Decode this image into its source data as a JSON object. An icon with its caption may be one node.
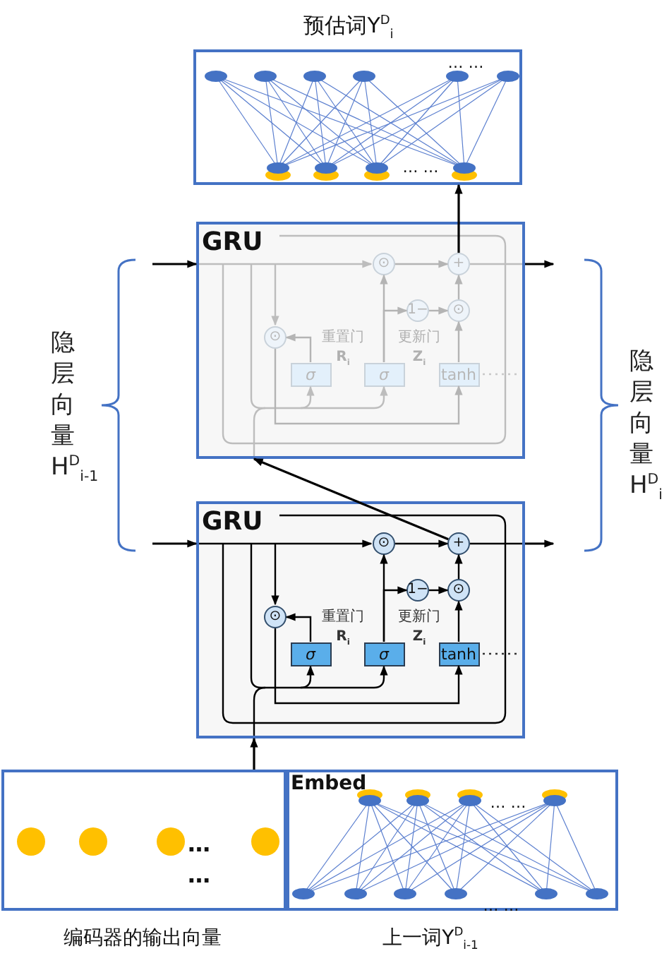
{
  "diagram": {
    "nodes": [
      {
        "text": [
          "预估词Y$^{D}$$_{i}$"
        ]
      },
      {
        "text": [
          "GRU"
        ]
      },
      {
        "text": [
          "⊙"
        ],
        "in": 1
      },
      {
        "text": [
          "+"
        ],
        "in": 1
      },
      {
        "text": [
          "1−"
        ],
        "in": 1
      },
      {
        "text": [
          "⊙"
        ],
        "in": 1
      },
      {
        "text": [
          "⊙"
        ],
        "in": 1
      },
      {
        "text": [
          "σ"
        ],
        "in": 1,
        "beside": [
          "重置门",
          "R$_{i}$"
        ]
      },
      {
        "text": [
          "σ"
        ],
        "in": 1,
        "beside": [
          "更新门",
          "Z$_{i}$"
        ]
      },
      {
        "text": [
          "tanh"
        ],
        "in": 1
      },
      {
        "text": [
          "GRU"
        ]
      },
      {
        "text": [
          "⊙"
        ],
        "in": 10
      },
      {
        "text": [
          "+"
        ],
        "in": 10
      },
      {
        "text": [
          "1−"
        ],
        "in": 10
      },
      {
        "text": [
          "⊙"
        ],
        "in": 10
      },
      {
        "text": [
          "⊙"
        ],
        "in": 10
      },
      {
        "text": [
          "σ"
        ],
        "in": 10,
        "beside": [
          "重置门",
          "R$_{i}$"
        ]
      },
      {
        "text": [
          "σ"
        ],
        "in": 10,
        "beside": [
          "更新门",
          "Z$_{i}$"
        ]
      },
      {
        "text": [
          "tanh"
        ],
        "in": 10
      },
      {
        "text": [
          "编码器的输出向量"
        ]
      },
      {
        "text": [
          "Embed",
          "上一词Y$^{D}$$_{i-1}$"
        ]
      }
    ],
    "edges": [
      {
        "from": null,
        "to": 1,
        "arrow": "to"
      },
      {
        "from": 1,
        "to": null,
        "arrow": "to"
      },
      {
        "from": null,
        "to": 10,
        "arrow": "to"
      },
      {
        "from": 10,
        "to": null,
        "arrow": "to"
      },
      {
        "from": 12,
        "to": 1,
        "arrow": "to"
      },
      {
        "from": 3,
        "to": 0,
        "arrow": "to"
      },
      {
        "from": 19,
        "to": 10,
        "arrow": "to"
      },
      {
        "from": 2,
        "to": 3,
        "arrow": "to",
        "color": "#b4b4b4"
      },
      {
        "from": 5,
        "to": 3,
        "arrow": "to",
        "color": "#b4b4b4"
      },
      {
        "from": 4,
        "to": 5,
        "arrow": "to",
        "color": "#b4b4b4"
      },
      {
        "from": 8,
        "to": 2,
        "arrow": "to",
        "color": "#b4b4b4"
      },
      {
        "from": 8,
        "to": 4,
        "arrow": "to",
        "color": "#b4b4b4"
      },
      {
        "from": 9,
        "to": 5,
        "arrow": "to",
        "color": "#b4b4b4"
      },
      {
        "from": 7,
        "to": 6,
        "arrow": "to",
        "color": "#b4b4b4"
      },
      {
        "from": 6,
        "to": 9,
        "arrow": "to",
        "color": "#b4b4b4"
      },
      {
        "from": 11,
        "to": 12,
        "arrow": "to"
      },
      {
        "from": 14,
        "to": 12,
        "arrow": "to"
      },
      {
        "from": 13,
        "to": 14,
        "arrow": "to"
      },
      {
        "from": 17,
        "to": 11,
        "arrow": "to"
      },
      {
        "from": 17,
        "to": 13,
        "arrow": "to"
      },
      {
        "from": 18,
        "to": 14,
        "arrow": "to"
      },
      {
        "from": 16,
        "to": 15,
        "arrow": "to"
      },
      {
        "from": 15,
        "to": 18,
        "arrow": "to"
      }
    ],
    "labels": [
      "… …",
      "… …",
      "隐层向量H$^{D}$$_{i-1}$",
      "隐层向量H$^{D}$$_{i}$",
      "… …",
      "…",
      "…",
      "… …"
    ]
  }
}
